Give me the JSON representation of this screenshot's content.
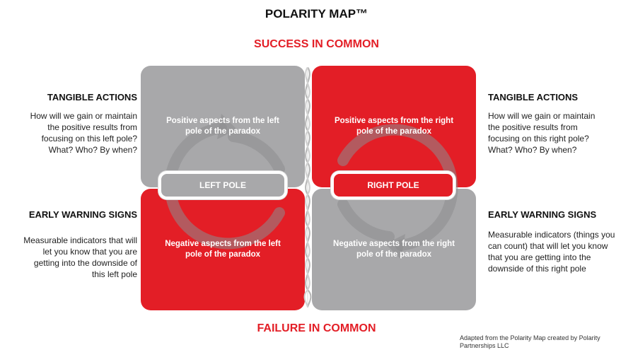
{
  "title": "POLARITY MAP™",
  "top_label": "SUCCESS IN COMMON",
  "bottom_label": "FAILURE IN COMMON",
  "quadrants": {
    "top_left": "Positive aspects from the left pole of the paradox",
    "top_right": "Positive aspects from the right pole of the paradox",
    "bottom_left": "Negative aspects from the left pole of the paradox",
    "bottom_right": "Negative aspects from the right pole of the paradox"
  },
  "poles": {
    "left": "LEFT POLE",
    "right": "RIGHT POLE"
  },
  "left_side": {
    "actions_heading": "TANGIBLE ACTIONS",
    "actions_text": "How will we gain or maintain the positive results from focusing on this left pole? What? Who? By when?",
    "warning_heading": "EARLY WARNING SIGNS",
    "warning_text": "Measurable indicators that will let you know that you are getting into the downside of this left pole"
  },
  "right_side": {
    "actions_heading": "TANGIBLE ACTIONS",
    "actions_text": "How will we gain or maintain the positive results from focusing on this right pole? What? Who? By when?",
    "warning_heading": "EARLY WARNING SIGNS",
    "warning_text": "Measurable indicators (things you can count) that will let you know that you are getting into the downside of this right pole"
  },
  "credit": "Adapted from the Polarity Map created by Polarity Partnerships LLC",
  "colors": {
    "accent_red": "#e31e26",
    "neutral_gray": "#a8a8aa"
  }
}
